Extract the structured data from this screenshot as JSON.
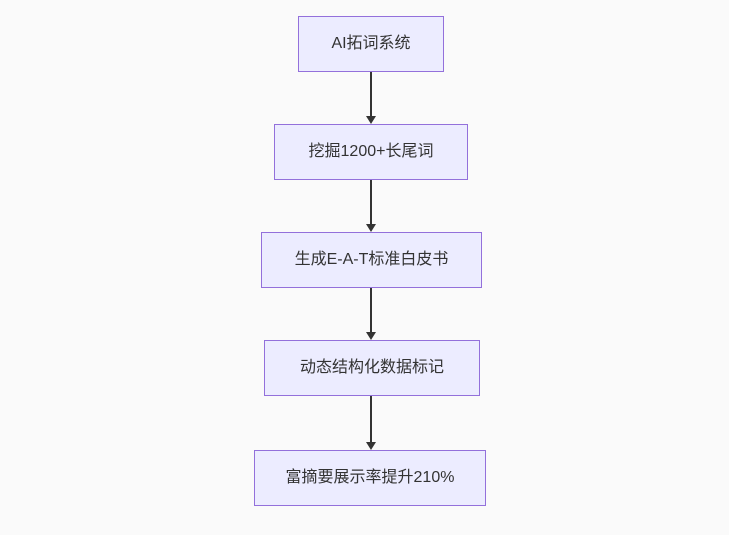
{
  "page": {
    "background_color": "#fafafa"
  },
  "flowchart": {
    "type": "vertical-flowchart",
    "node_fill_color": "#ECECFF",
    "node_border_color": "#9370DB",
    "text_color": "#333333",
    "arrow_color": "#333333",
    "nodes": [
      {
        "id": "A",
        "label": "AI拓词系统"
      },
      {
        "id": "B",
        "label": "挖掘1200+长尾词"
      },
      {
        "id": "C",
        "label": "生成E-A-T标准白皮书"
      },
      {
        "id": "D",
        "label": "动态结构化数据标记"
      },
      {
        "id": "E",
        "label": "富摘要展示率提升210%"
      }
    ],
    "connections": [
      {
        "from": "A",
        "to": "B"
      },
      {
        "from": "B",
        "to": "C"
      },
      {
        "from": "C",
        "to": "D"
      },
      {
        "from": "D",
        "to": "E"
      }
    ]
  }
}
